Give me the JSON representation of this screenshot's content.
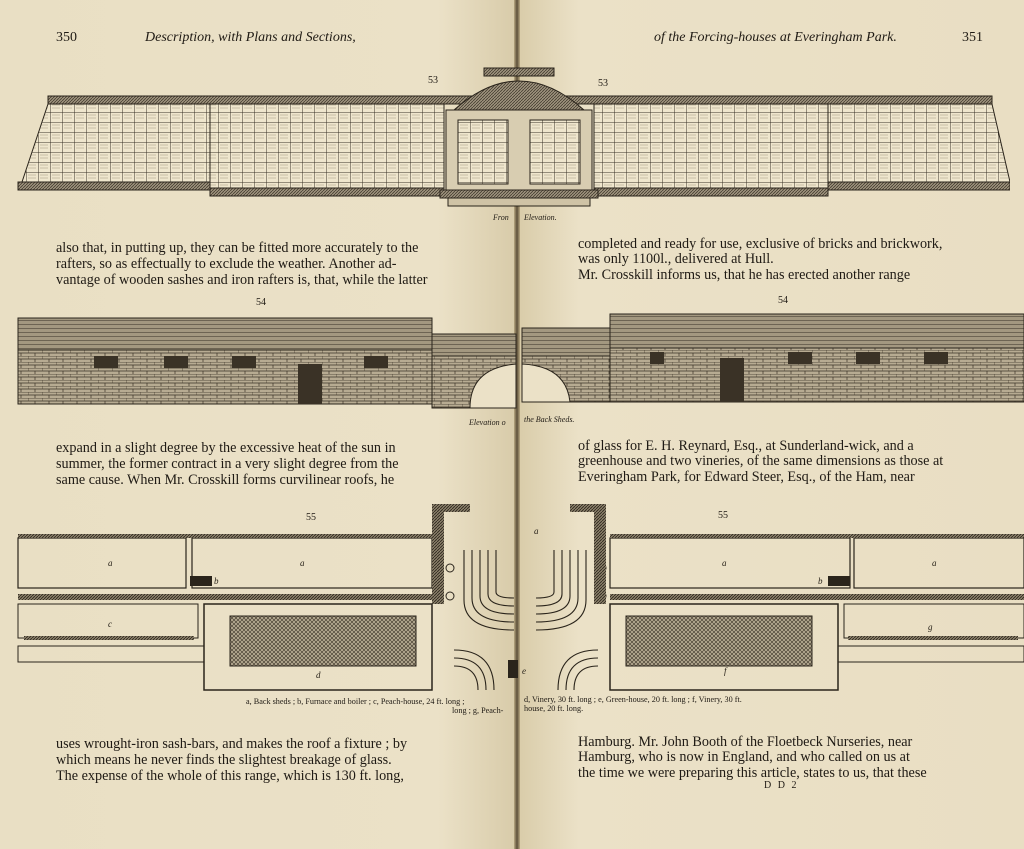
{
  "left_page": {
    "page_number": "350",
    "running_head": "Description, with Plans and Sections,",
    "para_1": [
      "also that, in putting up, they can be fitted more accurately to the",
      "rafters, so as effectually to exclude the weather.  Another ad-",
      "vantage of wooden sashes and iron rafters is, that, while the latter"
    ],
    "para_2": [
      "expand in a slight degree by the excessive heat of the sun in",
      "summer, the former contract in a very slight degree from the",
      "same cause.  When Mr. Crosskill forms curvilinear roofs, he"
    ],
    "para_3": [
      "uses wrought-iron sash-bars, and makes the roof a fixture ; by",
      "which means he never finds the slightest breakage of glass.",
      "   The expense of the whole of this range, which is 130 ft. long,"
    ]
  },
  "right_page": {
    "page_number": "351",
    "running_head": "of the Forcing-houses at Everingham Park.",
    "para_1": [
      "completed and ready for use, exclusive of bricks and brickwork,",
      "was only 1100l., delivered at Hull.",
      "   Mr. Crosskill informs us, that he has erected another range"
    ],
    "para_2": [
      "of glass for E. H. Reynard, Esq., at Sunderland-wick, and a",
      "greenhouse and two vineries, of the same dimensions as those at",
      "Everingham Park, for Edward Steer, Esq., of the Ham, near"
    ],
    "para_3": [
      "Hamburg.  Mr. John Booth of the Floetbeck Nurseries, near",
      "Hamburg, who is now in England, and who called on us at",
      "the time we were preparing this article, states to us, that these"
    ],
    "signature": "D D 2"
  },
  "figures": {
    "fig53": {
      "number_left": "53",
      "number_right": "53",
      "caption_left": "Fron",
      "caption_right": "Elevation."
    },
    "fig54": {
      "number_left": "54",
      "number_right": "54",
      "caption_left": "Elevation o",
      "caption_right": "the Back Sheds."
    },
    "fig55": {
      "number_left": "55",
      "number_right": "55",
      "labels": {
        "a": "a",
        "b": "b",
        "c": "c",
        "d": "d",
        "e": "e",
        "f": "f",
        "g": "g"
      },
      "legend_left_1": "a, Back sheds ; b, Furnace and boiler ; c, Peach-house, 24 ft. long ;",
      "legend_left_2": "long ; g, Peach-",
      "legend_right_1": "d, Vinery, 30 ft. long ; e, Green-house, 20 ft. long ; f, Vinery, 30 ft.",
      "legend_right_2": "house, 20 ft. long."
    }
  },
  "colors": {
    "paper": "#ebe1c7",
    "ink": "#1f1a14",
    "gutter": "#5c4f39"
  }
}
